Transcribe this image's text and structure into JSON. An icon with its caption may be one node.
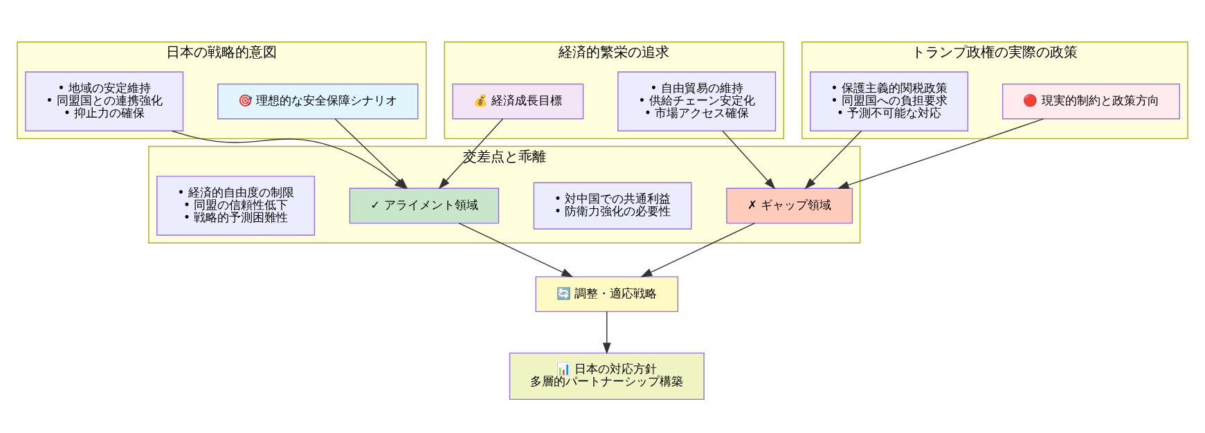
{
  "diagram": {
    "nodes": [
      {
        "text": [
          "日本の戦略的意図"
        ]
      },
      {
        "text": [
          "🎯 理想的な安全保障シナリオ"
        ],
        "in": 0
      },
      {
        "text": [
          "• 地域の安定維持",
          "• 同盟国との連携強化",
          "• 抑止力の確保"
        ],
        "in": 0
      },
      {
        "text": [
          "経済的繁栄の追求"
        ]
      },
      {
        "text": [
          "💰 経済成長目標"
        ],
        "in": 3
      },
      {
        "text": [
          "• 自由貿易の維持",
          "• 供給チェーン安定化",
          "• 市場アクセス確保"
        ],
        "in": 3
      },
      {
        "text": [
          "トランプ政権の実際の政策"
        ]
      },
      {
        "text": [
          "🔴 現実的制約と政策方向"
        ],
        "in": 6
      },
      {
        "text": [
          "• 保護主義的関税政策",
          "• 同盟国への負担要求",
          "• 予測不可能な対応"
        ],
        "in": 6
      },
      {
        "text": [
          "交差点と乖離"
        ]
      },
      {
        "text": [
          "✓ アライメント領域"
        ],
        "in": 9
      },
      {
        "text": [
          "• 対中国での共通利益",
          "• 防衛力強化の必要性"
        ],
        "in": 9
      },
      {
        "text": [
          "✗ ギャップ領域"
        ],
        "in": 9
      },
      {
        "text": [
          "• 経済的自由度の制限",
          "• 同盟の信頼性低下",
          "• 戦略的予測困難性"
        ],
        "in": 9
      },
      {
        "text": [
          "🔄 調整・適応戦略"
        ]
      },
      {
        "text": [
          "📊 日本の対応方針",
          "多層的パートナーシップ構築"
        ]
      }
    ],
    "edges": [
      {
        "from": 1,
        "to": 10,
        "arrow": "to"
      },
      {
        "from": 2,
        "to": 10,
        "arrow": "to"
      },
      {
        "from": 4,
        "to": 10,
        "arrow": "to"
      },
      {
        "from": 5,
        "to": 12,
        "arrow": "to"
      },
      {
        "from": 7,
        "to": 12,
        "arrow": "to"
      },
      {
        "from": 8,
        "to": 12,
        "arrow": "to"
      },
      {
        "from": 10,
        "to": 14,
        "arrow": "to"
      },
      {
        "from": 12,
        "to": 14,
        "arrow": "to"
      },
      {
        "from": 14,
        "to": 15,
        "arrow": "to"
      }
    ]
  }
}
